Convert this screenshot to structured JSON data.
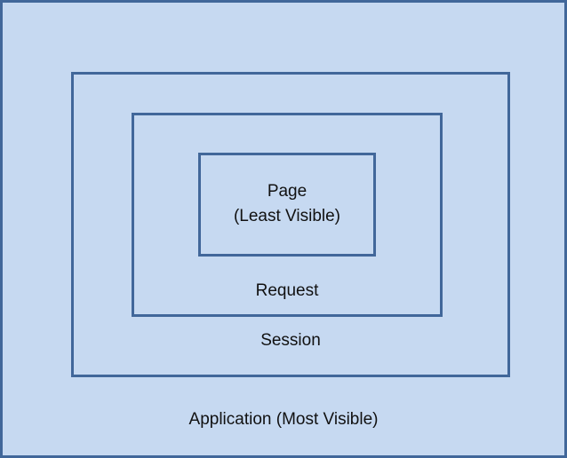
{
  "diagram": {
    "application": {
      "label": "Application (Most Visible)"
    },
    "session": {
      "label": "Session"
    },
    "request": {
      "label": "Request"
    },
    "page": {
      "label_line1": "Page",
      "label_line2": "(Least Visible)"
    }
  },
  "colors": {
    "fill": "#c6d9f1",
    "border": "#41679a",
    "text": "#111111"
  }
}
